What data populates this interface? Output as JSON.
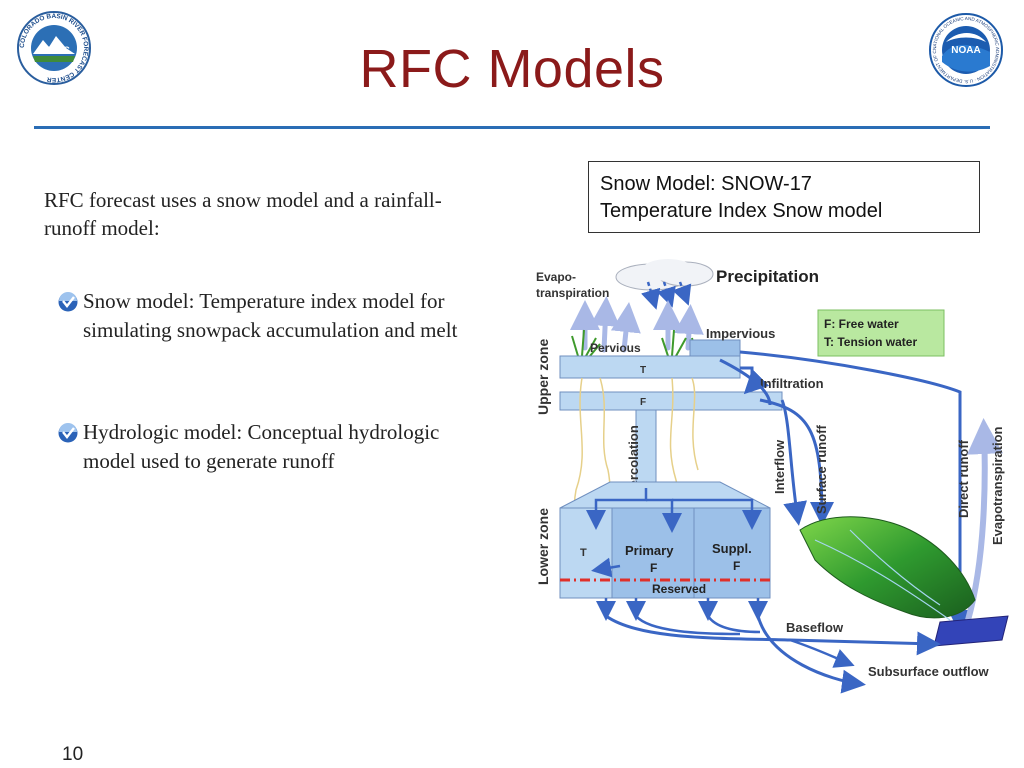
{
  "slide": {
    "title": "RFC Models",
    "page_number": "10",
    "intro": "RFC forecast uses a snow model and a rainfall-runoff model:",
    "bullets": [
      "Snow model: Temperature index model for simulating snowpack accumulation and melt",
      "Hydrologic model: Conceptual hydrologic model used to generate runoff"
    ],
    "snow_box": {
      "line1": "Snow Model: SNOW-17",
      "line2": "Temperature Index Snow model"
    }
  },
  "logos": {
    "cbrfc": {
      "center_text": "CBRFC",
      "ring_text": "COLORADO BASIN RIVER FORECAST CENTER"
    },
    "noaa": {
      "center_text": "NOAA",
      "ring_text": "NATIONAL OCEANIC AND ATMOSPHERIC ADMINISTRATION · U.S. DEPARTMENT OF COMMERCE"
    }
  },
  "diagram": {
    "evapotranspiration_top_line1": "Evapo-",
    "evapotranspiration_top_line2": "transpiration",
    "precipitation": "Precipitation",
    "impervious": "Impervious",
    "pervious": "Pervious",
    "legend_line1": "F: Free water",
    "legend_line2": "T: Tension water",
    "upper_zone": "Upper zone",
    "tank_t_label": "T",
    "tank_f_label": "F",
    "infiltration": "Infiltration",
    "percolation": "Percolation",
    "interflow": "Interflow",
    "surface_runoff": "Surface runoff",
    "direct_runoff": "Direct runoff",
    "evapotranspiration_right": "Evapotranspiration",
    "lower_zone": "Lower zone",
    "lower_t": "T",
    "primary_line1": "Primary",
    "primary_line2": "F",
    "suppl_line1": "Suppl.",
    "suppl_line2": "F",
    "reserved": "Reserved",
    "baseflow": "Baseflow",
    "subsurface_outflow": "Subsurface outflow"
  },
  "colors": {
    "title": "#8b1a1a",
    "rule": "#2a6db5",
    "arrow": "#3a66c4",
    "tank_fill": "#bcd8f2",
    "tank_dark": "#9cc0e8",
    "legend_fill": "#b9e8a0",
    "reserved_line": "#e0302a"
  }
}
